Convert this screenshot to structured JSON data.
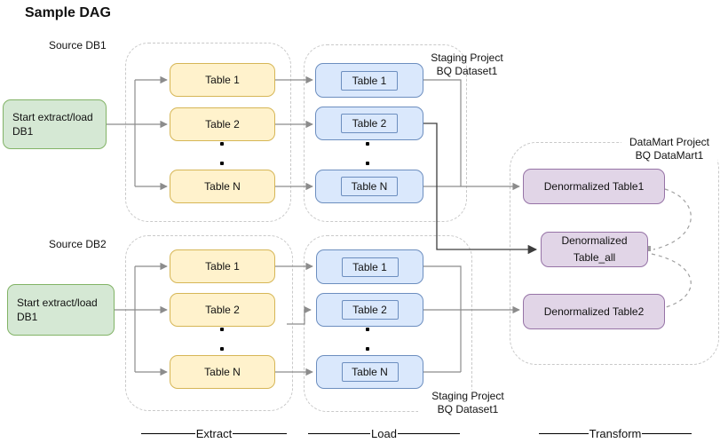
{
  "title": "Sample DAG",
  "source1": {
    "label": "Source DB1",
    "start": "Start extract/load DB1"
  },
  "source2": {
    "label": "Source DB2",
    "start": "Start extract/load DB1"
  },
  "extract1": {
    "tables": [
      "Table 1",
      "Table 2",
      "Table N"
    ]
  },
  "load1": {
    "tables": [
      "Table 1",
      "Table 2",
      "Table N"
    ]
  },
  "extract2": {
    "tables": [
      "Table 1",
      "Table 2",
      "Table N"
    ]
  },
  "load2": {
    "tables": [
      "Table 1",
      "Table 2",
      "Table N"
    ]
  },
  "staging1": {
    "line1": "Staging Project",
    "line2": "BQ Dataset1"
  },
  "staging2": {
    "line1": "Staging Project",
    "line2": "BQ Dataset1"
  },
  "datamart": {
    "line1": "DataMart Project",
    "line2": "BQ DataMart1",
    "table1": "Denormalized Table1",
    "table_all_line1": "Denormalized",
    "table_all_line2": "Table_all",
    "table2": "Denormalized Table2"
  },
  "stages": {
    "extract": "Extract",
    "load": "Load",
    "transform": "Transform"
  },
  "colors": {
    "green_fill": "#d5e8d4",
    "green_stroke": "#82b366",
    "yellow_fill": "#fff2cc",
    "yellow_stroke": "#d6b656",
    "blue_fill": "#dae8fc",
    "blue_stroke": "#6c8ebf",
    "purple_fill": "#e1d5e7",
    "purple_stroke": "#9673a6",
    "connector": "#8c8c8c",
    "connector_dark": "#3d3d3d",
    "container_border": "#c9c9c9"
  }
}
